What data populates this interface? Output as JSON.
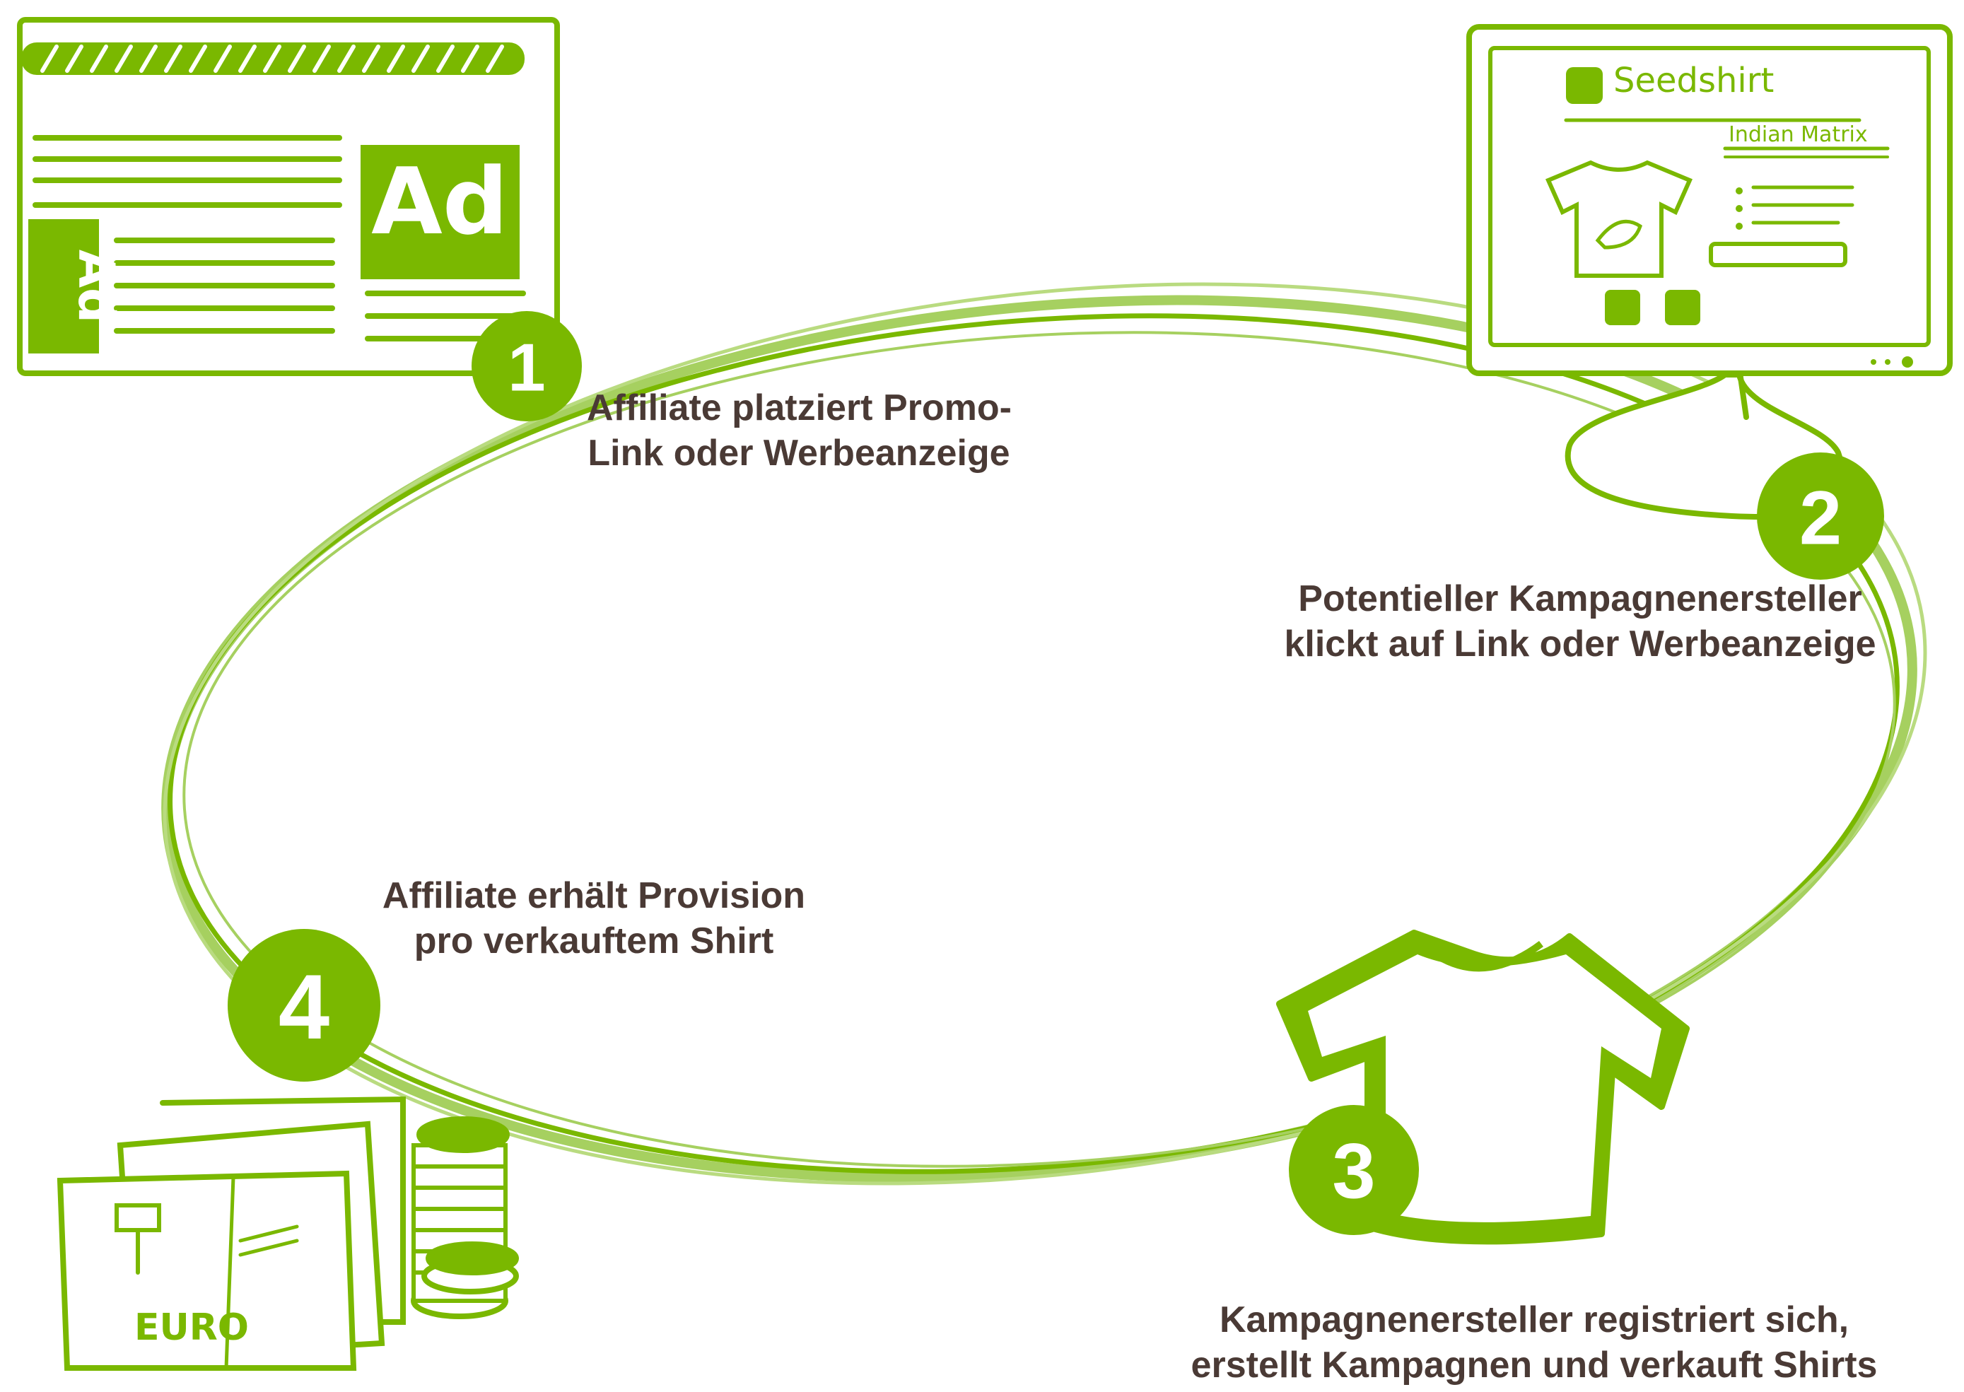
{
  "colors": {
    "green": "#7ab800",
    "light_green": "#a6d060",
    "text": "#4a3a35",
    "white": "#ffffff"
  },
  "steps": [
    {
      "number": "1",
      "line1": "Affiliate platziert Promo-",
      "line2": "Link oder Werbeanzeige"
    },
    {
      "number": "2",
      "line1": "Potentieller Kampagnenersteller",
      "line2": "klickt auf Link oder Werbeanzeige"
    },
    {
      "number": "3",
      "line1": "Kampagnenersteller registriert sich,",
      "line2": "erstellt Kampagnen und verkauft Shirts"
    },
    {
      "number": "4",
      "line1": "Affiliate erhält Provision",
      "line2": "pro verkauftem Shirt"
    }
  ],
  "illustrations": {
    "ad_page": {
      "icon": "ad-webpage-icon",
      "ad_label_large": "Ad",
      "ad_label_small": "Ad"
    },
    "monitor": {
      "icon": "monitor-shop-icon",
      "brand": "Seedshirt",
      "product_title": "Indian Matrix"
    },
    "tshirt": {
      "icon": "tshirt-icon"
    },
    "money": {
      "icon": "money-stack-icon",
      "note_label": "EURO"
    }
  }
}
